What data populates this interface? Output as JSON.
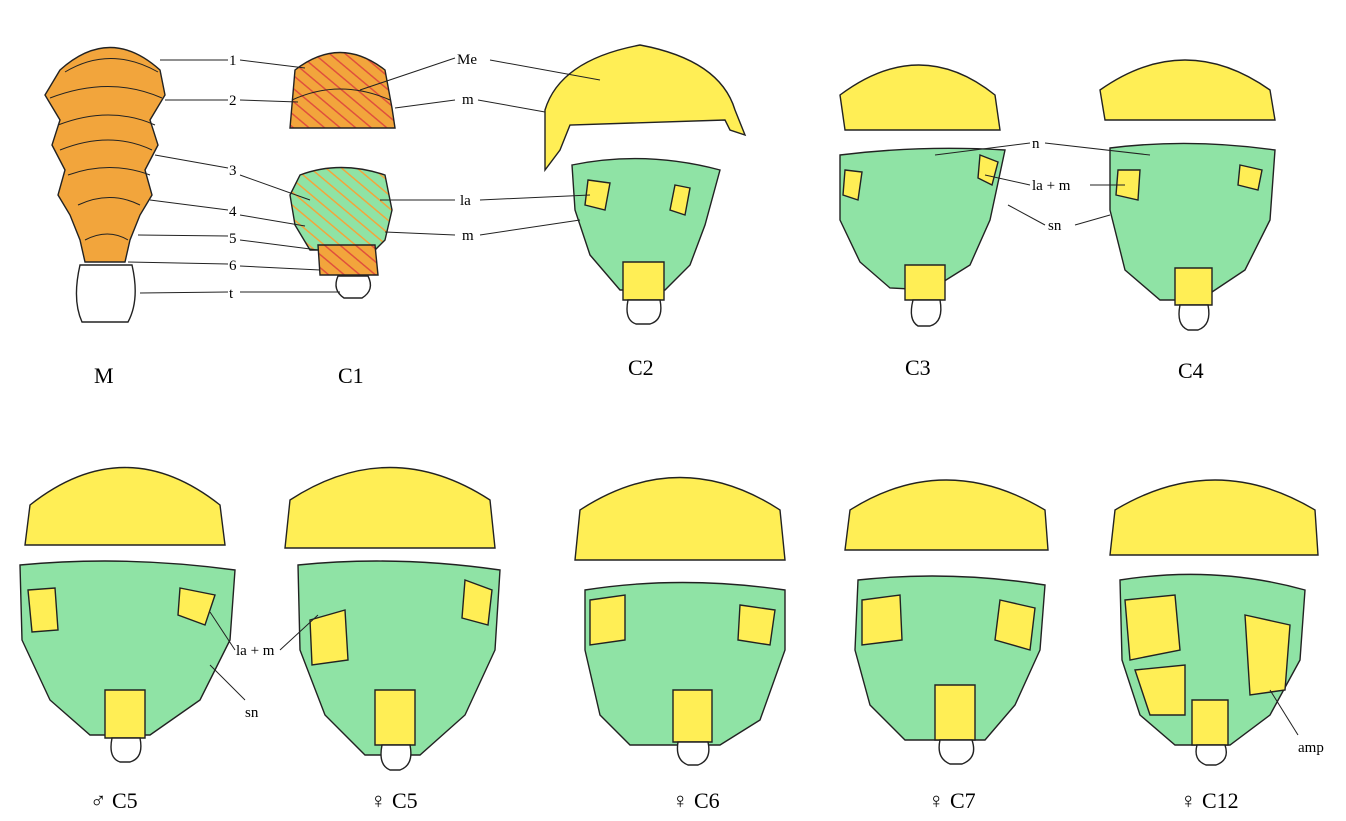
{
  "colors": {
    "orange": "#f2a53c",
    "yellow": "#ffee55",
    "green": "#8fe3a5",
    "hatch": "#e0503c",
    "outline": "#222222"
  },
  "captions": {
    "M": "M",
    "C1": "C1",
    "C2": "C2",
    "C3": "C3",
    "C4": "C4",
    "male_C5": "♂ C5",
    "female_C5": "♀ C5",
    "female_C6": "♀ C6",
    "female_C7": "♀ C7",
    "female_C12": "♀ C12"
  },
  "labels": {
    "n1": "1",
    "n2": "2",
    "n3": "3",
    "n4": "4",
    "n5": "5",
    "n6": "6",
    "t": "t",
    "Me": "Me",
    "m_top": "m",
    "la": "la",
    "m_bottom": "m",
    "n": "n",
    "la_m_top": "la + m",
    "sn_top": "sn",
    "la_m_bottom": "la + m",
    "sn_bottom": "sn",
    "amp": "amp"
  }
}
